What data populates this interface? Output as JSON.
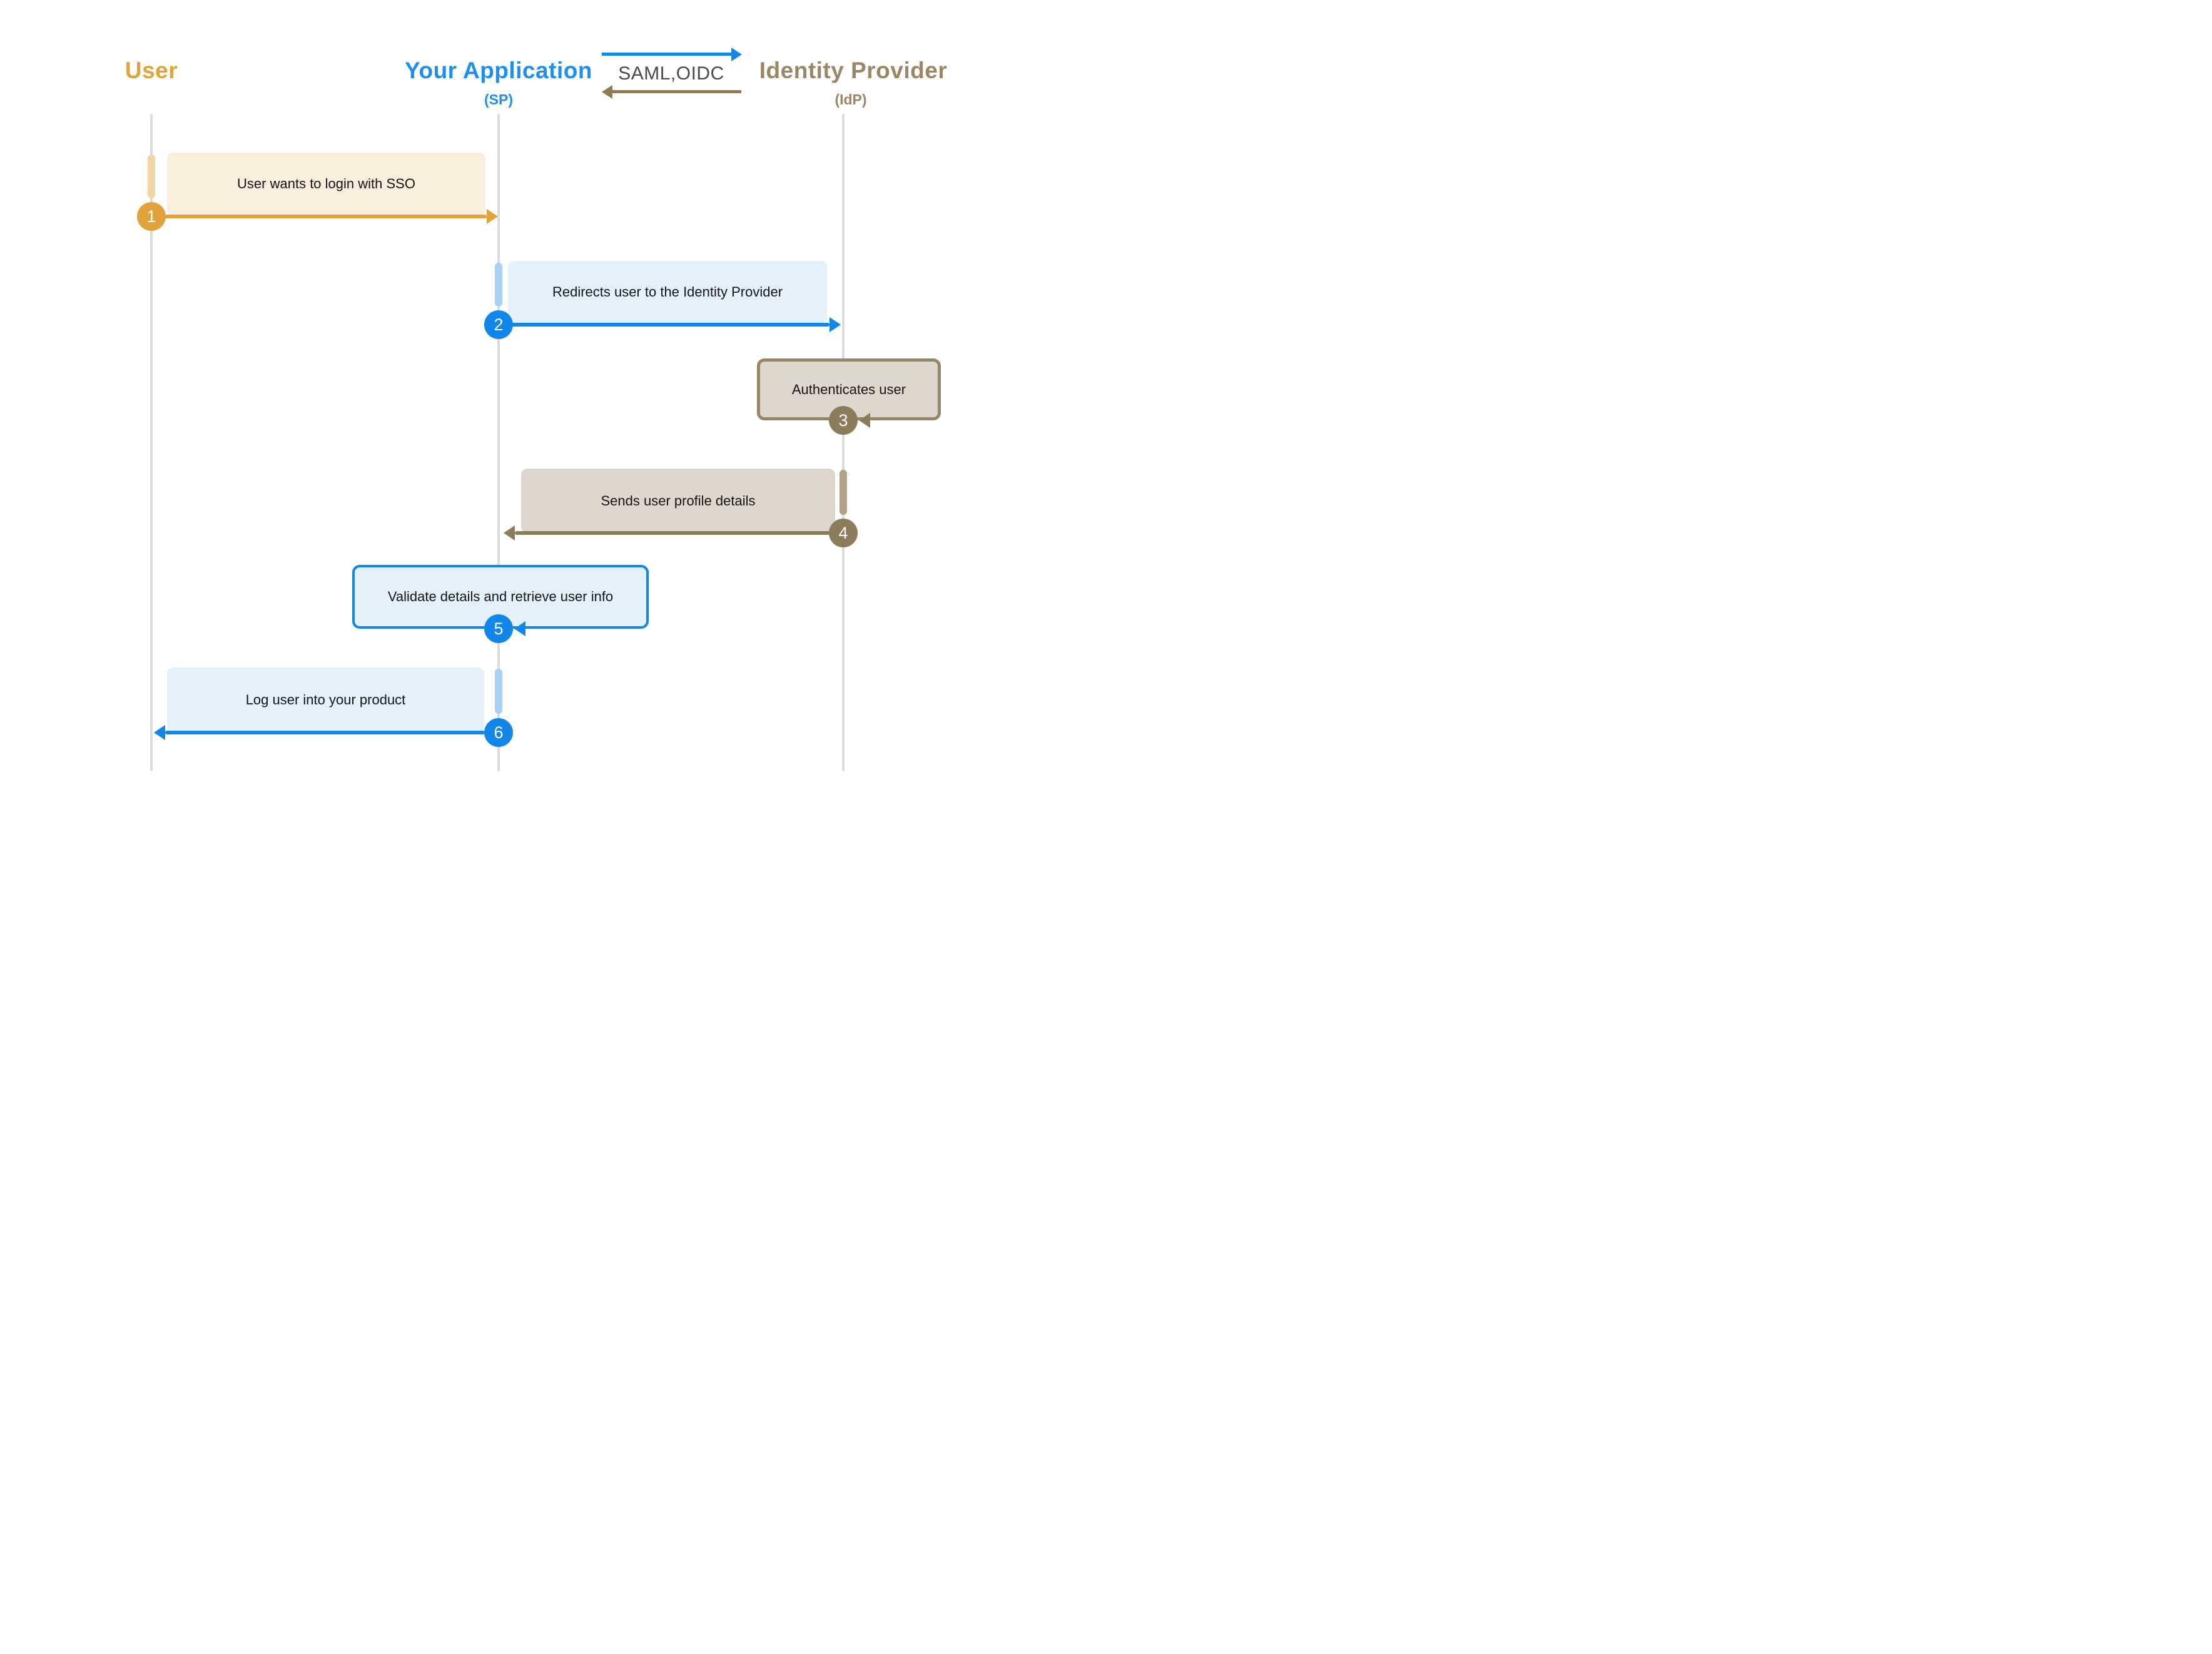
{
  "actors": [
    {
      "label": "User",
      "sub": ""
    },
    {
      "label": "Your Application",
      "sub": "(SP)"
    },
    {
      "label": "Identity Provider",
      "sub": "(IdP)"
    }
  ],
  "protocol": {
    "label": "SAML,OIDC"
  },
  "steps": [
    {
      "num": "1",
      "text": "User wants to login with SSO",
      "from": "user",
      "to": "app",
      "direction": "right"
    },
    {
      "num": "2",
      "text": "Redirects user to the Identity Provider",
      "from": "app",
      "to": "idp",
      "direction": "right"
    },
    {
      "num": "3",
      "text": "Authenticates user",
      "from": "idp",
      "to": "idp",
      "direction": "self"
    },
    {
      "num": "4",
      "text": "Sends user profile details",
      "from": "idp",
      "to": "app",
      "direction": "left"
    },
    {
      "num": "5",
      "text": "Validate details and retrieve user info",
      "from": "app",
      "to": "app",
      "direction": "self"
    },
    {
      "num": "6",
      "text": "Log user into your product",
      "from": "app",
      "to": "user",
      "direction": "left"
    }
  ],
  "colors": {
    "user-accent": "#E2A33C",
    "user-box": "#F9EEDB",
    "user-activation": "#F1D6A3",
    "app-accent": "#1187E9",
    "app-title": "#1E8FF0",
    "app-box": "#E4F1FB",
    "app-activation": "#A7D1F7",
    "idp-accent": "#8D7C59",
    "idp-title": "#9A8765",
    "idp-border": "#9A8666",
    "idp-box": "#DED7CD",
    "idp-activation": "#B2A387",
    "lifeline": "#DBDBDB",
    "label-dark": "#4A4A4A",
    "text": "#141414"
  }
}
